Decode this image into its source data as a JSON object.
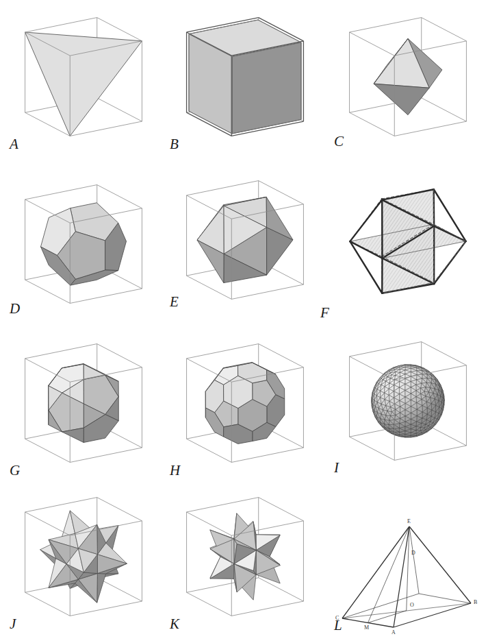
{
  "diagram": {
    "labels": [
      "A",
      "B",
      "C",
      "D",
      "E",
      "F",
      "G",
      "H",
      "I",
      "J",
      "K",
      "L",
      "E",
      "D",
      "O",
      "B",
      "C",
      "M",
      "A"
    ]
  }
}
